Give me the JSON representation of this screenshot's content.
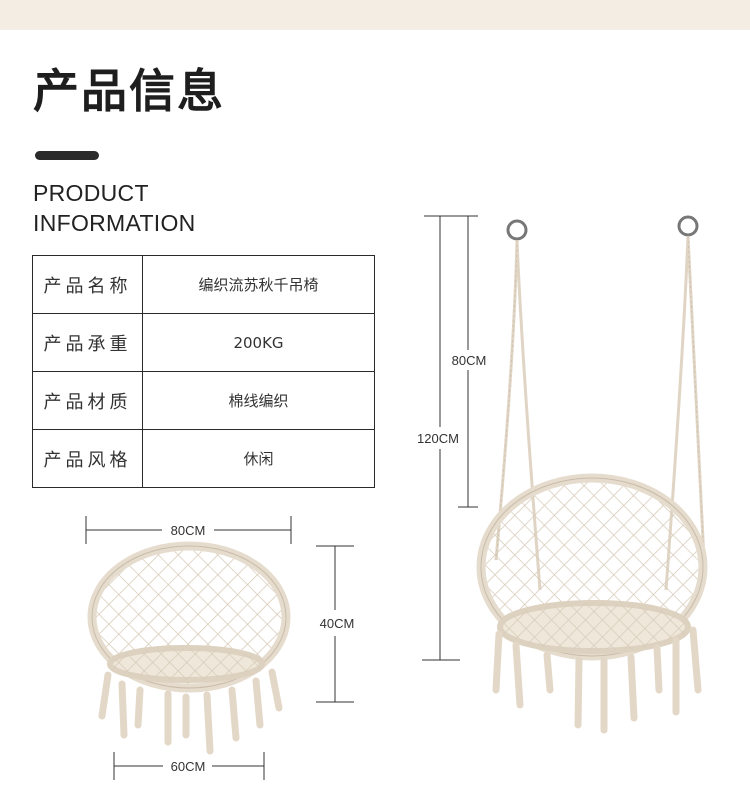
{
  "header": {
    "title": "产品信息",
    "subtitle_line1": "PRODUCT",
    "subtitle_line2": "INFORMATION"
  },
  "spec_table": {
    "rows": [
      {
        "label": "产品名称",
        "value": "编织流苏秋千吊椅"
      },
      {
        "label": "产品承重",
        "value": "200KG"
      },
      {
        "label": "产品材质",
        "value": "棉线编织"
      },
      {
        "label": "产品风格",
        "value": "休闲"
      }
    ]
  },
  "dimensions": {
    "seat_width": "80CM",
    "seat_height": "40CM",
    "base_width": "60CM",
    "rope_length": "80CM",
    "total_height": "120CM"
  },
  "colors": {
    "band": "#f3ede4",
    "rope": "#eae1d4",
    "rope_shadow": "#c9bca9",
    "text": "#222222"
  },
  "icons": [
    "hanging-ring-icon",
    "swing-chair-illustration"
  ]
}
